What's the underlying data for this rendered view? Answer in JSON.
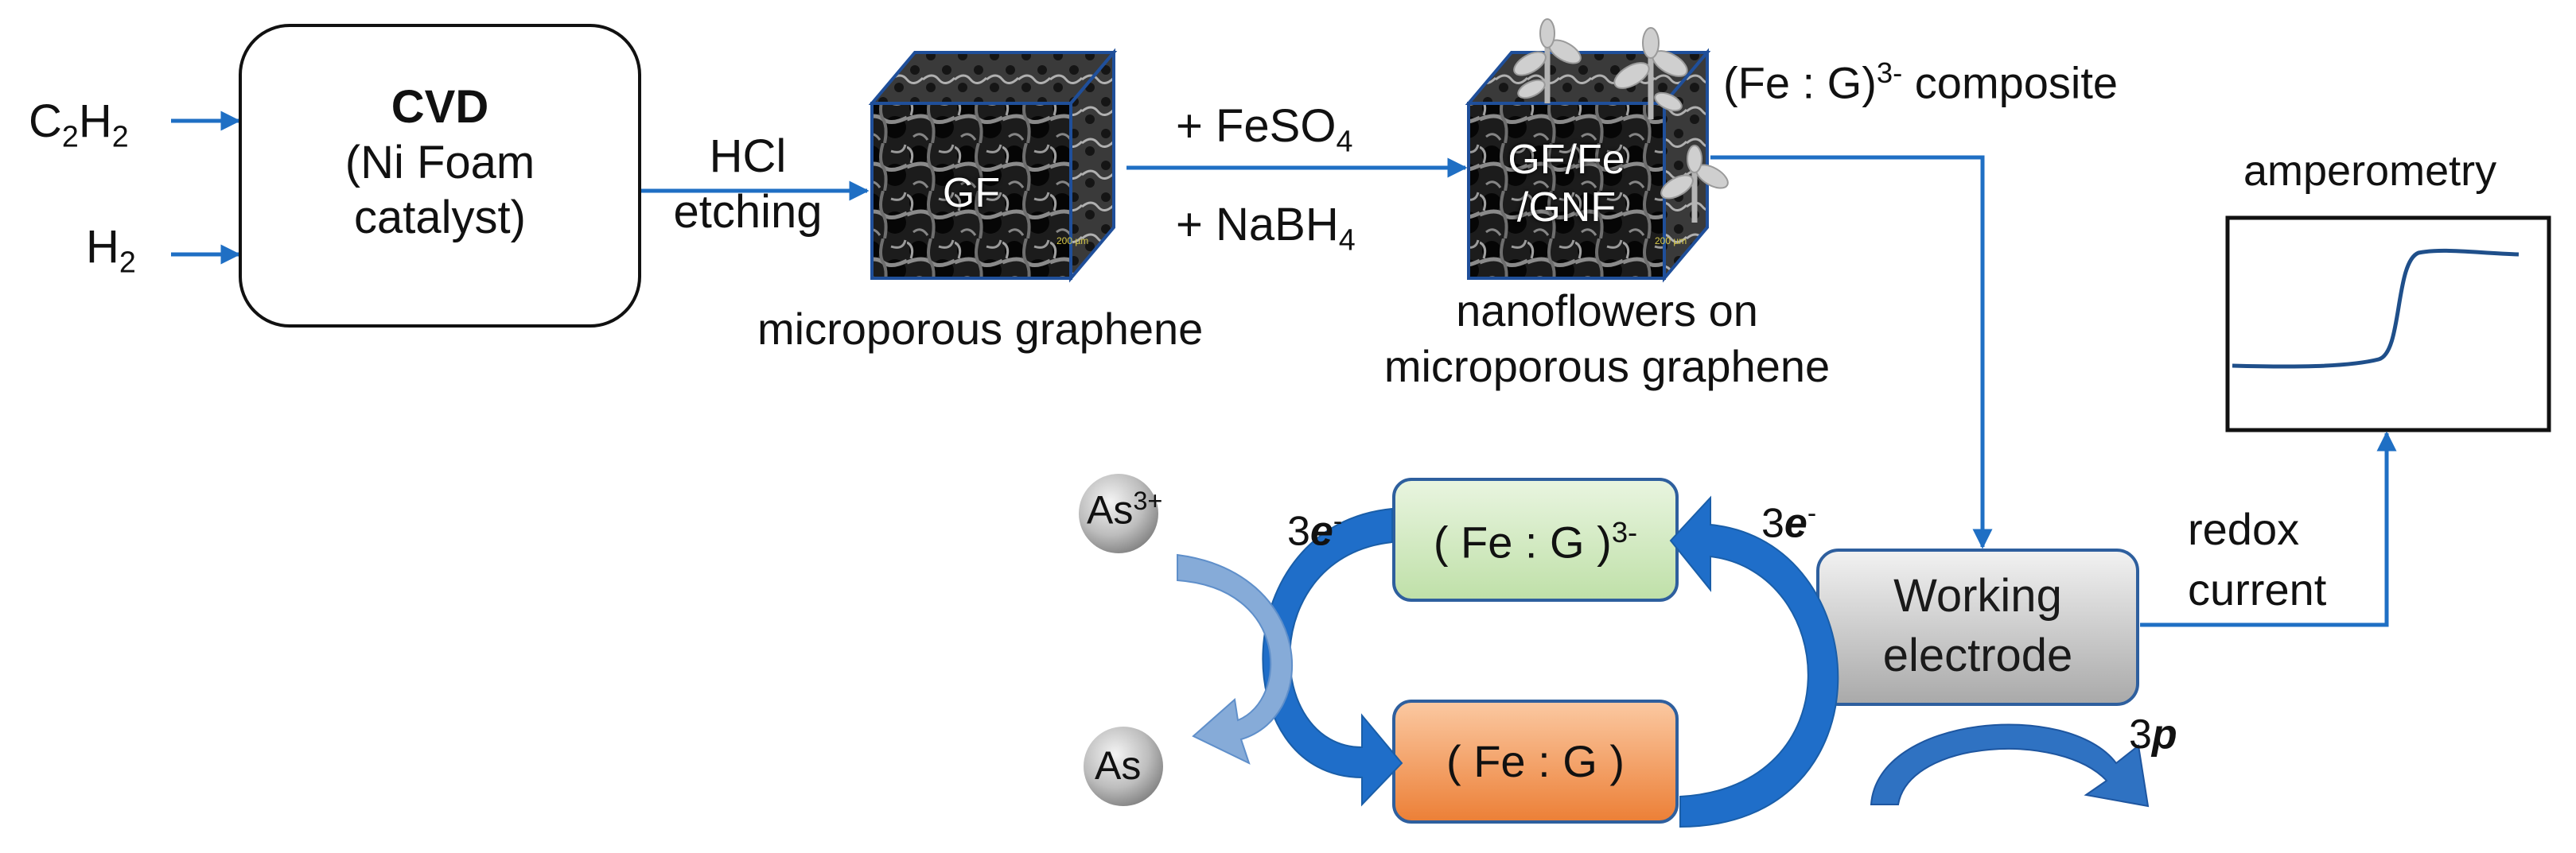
{
  "inputs": {
    "c2h2": {
      "base1": "C",
      "sub1": "2",
      "base2": "H",
      "sub2": "2"
    },
    "h2": {
      "base": "H",
      "sub": "2"
    }
  },
  "cvd_box": {
    "title": "CVD",
    "line1": "(Ni Foam",
    "line2": "catalyst)"
  },
  "step1": {
    "line1": "HCl",
    "line2": "etching"
  },
  "gf_cube": {
    "label": "GF",
    "caption": "microporous graphene",
    "scale": "200 µm"
  },
  "step2": {
    "reagent1_base": "+ FeSO",
    "reagent1_sub": "4",
    "reagent2_base": "+ NaBH",
    "reagent2_sub": "4"
  },
  "gnf_cube": {
    "label_line1": "GF/Fe",
    "label_line2": "/GNF",
    "caption_line1": "nanoflowers on",
    "caption_line2": "microporous graphene",
    "scale": "200 µm"
  },
  "composite": {
    "prefix": "(Fe : G)",
    "sup": "3-",
    "suffix": " composite"
  },
  "amperometry": {
    "title": "amperometry"
  },
  "redox": {
    "line1": "redox",
    "line2": "current"
  },
  "working_electrode": {
    "line1": "Working",
    "line2": "electrode"
  },
  "cycle": {
    "reduced_box": {
      "text": "( Fe : G )",
      "sup": "3-"
    },
    "oxidized_box": {
      "text": "( Fe : G )"
    },
    "electrons_left": {
      "num": "3",
      "sym": "e",
      "sup": "-"
    },
    "electrons_right": {
      "num": "3",
      "sym": "e",
      "sup": "-"
    },
    "protons": {
      "num": "3",
      "sym": "p"
    },
    "as3": {
      "base": "As",
      "sup": "3+"
    },
    "as0": {
      "label": "As"
    }
  },
  "colors": {
    "arrow_blue": "#1f6fc4",
    "dark_blue": "#1a5ea8",
    "light_blue": "#7aa7d9",
    "green_fill": "#d6edc8",
    "orange_fill": "#f39a5a",
    "grey_fill": "#d0d0d0"
  }
}
